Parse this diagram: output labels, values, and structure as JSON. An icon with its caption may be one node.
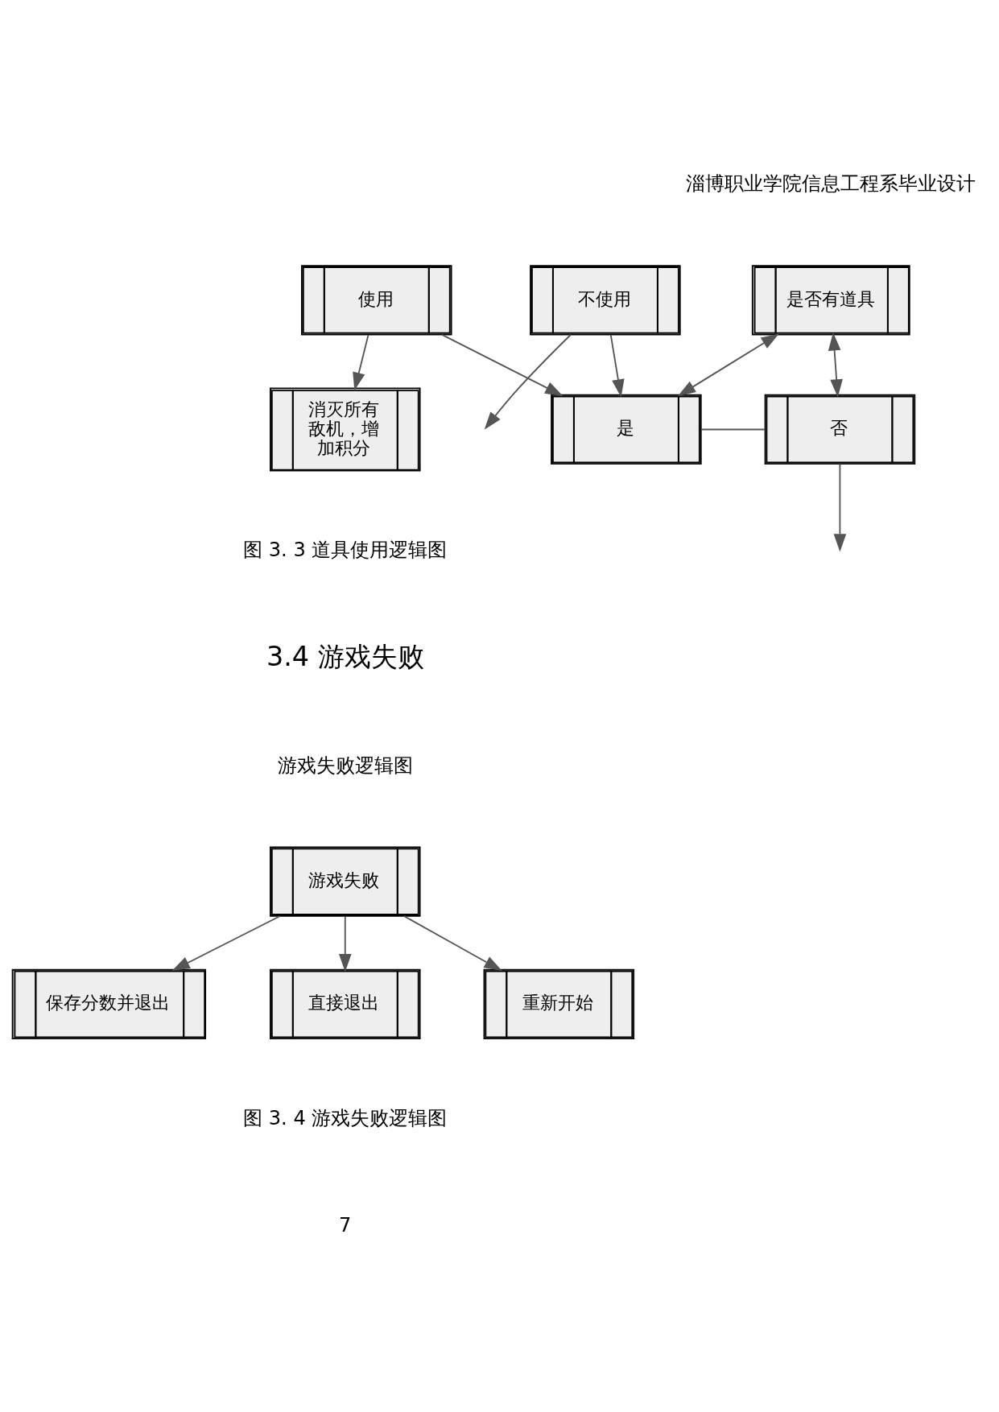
{
  "diagram": {
    "nodes": [
      {
        "text": [
          "是否有道具"
        ]
      },
      {
        "text": [
          "是"
        ]
      },
      {
        "text": [
          "否"
        ]
      },
      {
        "text": [
          "使用"
        ]
      },
      {
        "text": [
          "不使用"
        ]
      },
      {
        "text": [
          "消灭所有敌机，增加积分"
        ]
      },
      {
        "text": [
          "游戏失败"
        ]
      },
      {
        "text": [
          "保存分数并退出"
        ]
      },
      {
        "text": [
          "直接退出"
        ]
      },
      {
        "text": [
          "重新开始"
        ]
      }
    ],
    "edges": [
      {
        "from": 1,
        "to": 2,
        "arrow": "none"
      },
      {
        "from": 0,
        "to": 1,
        "arrow": "both"
      },
      {
        "from": 0,
        "to": 2,
        "arrow": "both"
      },
      {
        "from": 3,
        "to": 1,
        "arrow": "to"
      },
      {
        "from": 4,
        "to": 1,
        "arrow": "to"
      },
      {
        "from": 3,
        "to": 5,
        "arrow": "to"
      },
      {
        "from": 2,
        "to": null,
        "arrow": "to"
      },
      {
        "from": 4,
        "to": null,
        "arrow": "to"
      },
      {
        "from": 6,
        "to": 7,
        "arrow": "to"
      },
      {
        "from": 6,
        "to": 8,
        "arrow": "to"
      },
      {
        "from": 6,
        "to": 9,
        "arrow": "to"
      }
    ],
    "labels": [
      "淄博职业学院信息工程系毕业设计",
      "图 3. 3 道具使用逻辑图",
      "3.4 游戏失败",
      "游戏失败逻辑图",
      "图 3. 4 游戏失败逻辑图",
      "7"
    ]
  }
}
